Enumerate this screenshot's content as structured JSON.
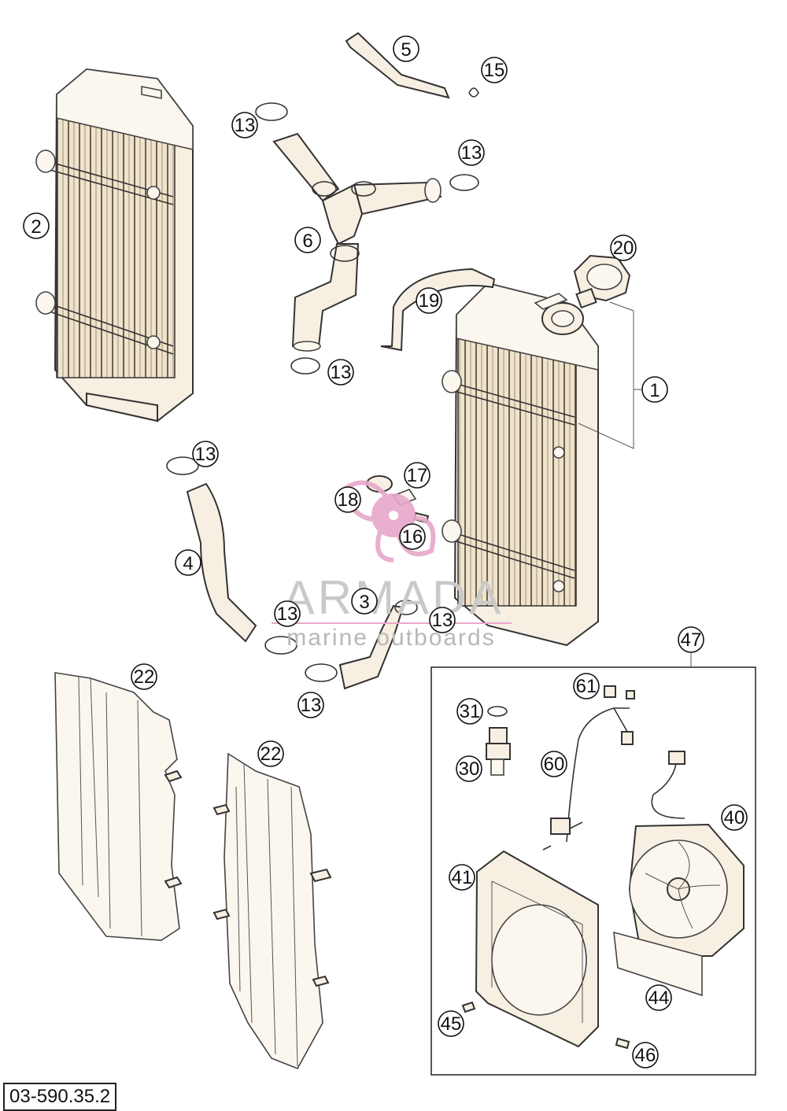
{
  "diagram_code": "03-590.35.2",
  "watermark": {
    "brand": "ARMADA",
    "tagline": "marine outboards",
    "color": "#e7a7c9"
  },
  "callouts": {
    "c1": "1",
    "c2": "2",
    "c3": "3",
    "c4": "4",
    "c5": "5",
    "c6": "6",
    "c13": "13",
    "c15": "15",
    "c16": "16",
    "c17": "17",
    "c18": "18",
    "c19": "19",
    "c20": "20",
    "c22": "22",
    "c30": "30",
    "c31": "31",
    "c40": "40",
    "c41": "41",
    "c44": "44",
    "c45": "45",
    "c46": "46",
    "c47": "47",
    "c60": "60",
    "c61": "61"
  }
}
